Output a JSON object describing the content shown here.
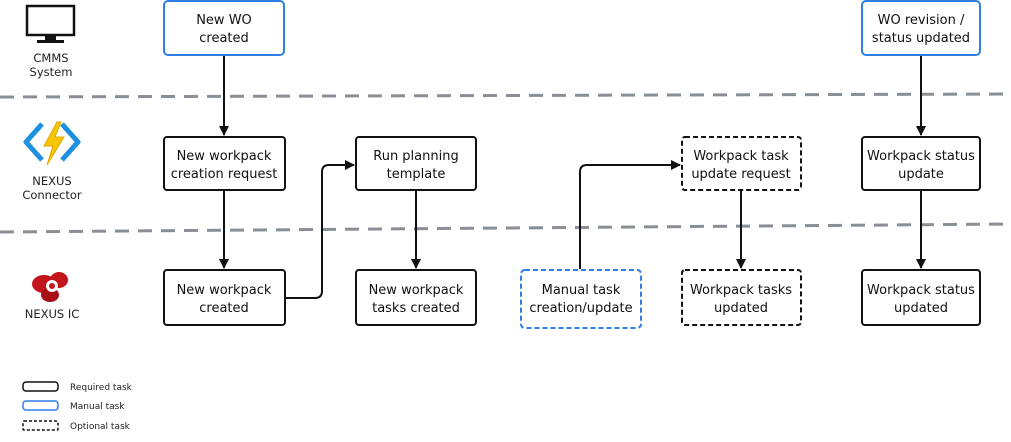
{
  "lanes": {
    "cmms": {
      "line1": "CMMS",
      "line2": "System",
      "icon": "monitor-icon"
    },
    "connector": {
      "line1": "NEXUS",
      "line2": "Connector",
      "icon": "lightning-bolt-icon"
    },
    "ic": {
      "label": "NEXUS IC",
      "icon": "nexus-logo-icon"
    }
  },
  "boxes": {
    "new_wo": {
      "line1": "New WO",
      "line2": "created",
      "type": "manual"
    },
    "wo_revision": {
      "line1": "WO revision /",
      "line2": "status updated",
      "type": "manual"
    },
    "creation_request": {
      "line1": "New workpack",
      "line2": "creation request",
      "type": "required"
    },
    "run_planning": {
      "line1": "Run planning",
      "line2": "template",
      "type": "required"
    },
    "task_update_request": {
      "line1": "Workpack task",
      "line2": "update request",
      "type": "optional"
    },
    "status_update": {
      "line1": "Workpack status",
      "line2": "update",
      "type": "required"
    },
    "workpack_created": {
      "line1": "New workpack",
      "line2": "created",
      "type": "required"
    },
    "tasks_created": {
      "line1": "New workpack",
      "line2": "tasks created",
      "type": "required"
    },
    "manual_task": {
      "line1": "Manual task",
      "line2": "creation/update",
      "type": "manual-optional"
    },
    "tasks_updated": {
      "line1": "Workpack tasks",
      "line2": "updated",
      "type": "optional"
    },
    "status_updated": {
      "line1": "Workpack status",
      "line2": "updated",
      "type": "required"
    }
  },
  "legend": {
    "required": "Required task",
    "manual": "Manual task",
    "optional": "Optional task"
  },
  "colors": {
    "manual": "#2f7ee8",
    "bolt_blue": "#1e90e0",
    "bolt_yellow": "#f7c600",
    "logo_red": "#c2151c",
    "divider": "#8a8f96"
  }
}
